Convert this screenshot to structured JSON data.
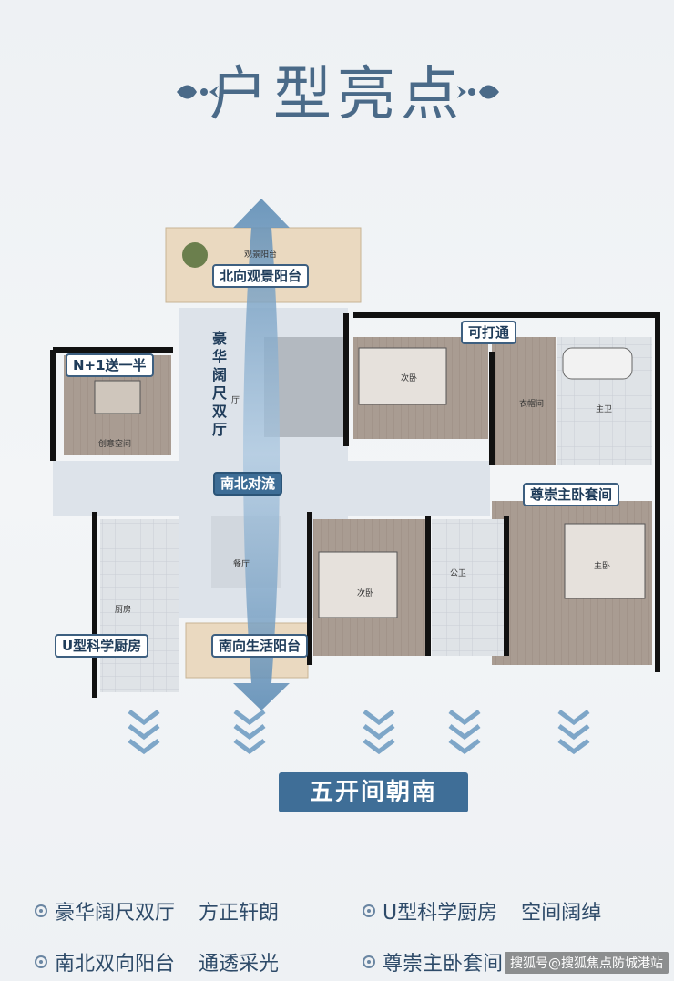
{
  "title": "户型亮点",
  "labels": {
    "north_balcony": "北向观景阳台",
    "n_plus_one": "N+1送一半",
    "can_open": "可打通",
    "living_vertical": "豪华阔尺双厅",
    "ns_flow": "南北对流",
    "master_suite": "尊崇主卧套间",
    "u_kitchen": "U型科学厨房",
    "south_balcony": "南向生活阳台"
  },
  "rooms": {
    "view_balcony": "观景阳台",
    "creative": "创意空间",
    "bedroom_a": "次卧",
    "bedroom_b": "次卧",
    "closet": "衣帽间",
    "master_bath": "主卫",
    "master_bed": "主卧",
    "public_bath": "公卫",
    "kitchen": "厨房",
    "dining": "餐厅",
    "hall_mark": "厅"
  },
  "banner": "五开间朝南",
  "features": [
    {
      "left": "豪华阔尺双厅",
      "right": "方正轩朗"
    },
    {
      "left": "U型科学厨房",
      "right": "空间阔绰"
    },
    {
      "left": "南北双向阳台",
      "right": "通透采光"
    },
    {
      "left": "尊崇主卧套间",
      "right": ""
    }
  ],
  "watermark": "搜狐号@搜狐焦点防城港站",
  "colors": {
    "accent": "#3f6e97",
    "title": "#4a6a88",
    "wall": "#111111",
    "floor_wood": "#a89c92",
    "balcony": "#e8d8c0"
  }
}
